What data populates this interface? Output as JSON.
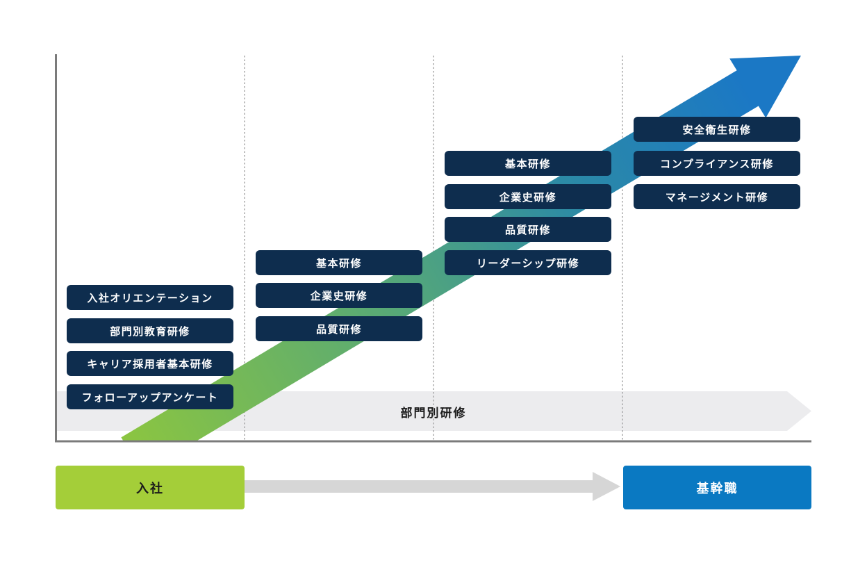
{
  "palette": {
    "navy": "#0E2D4E",
    "green": "#A4CE39",
    "blue": "#0A79C2",
    "band-gray": "#ECECEE",
    "connector-gray": "#D6D6D6",
    "axis-gray": "#7B7B7B",
    "dotted-gray": "#A3A3A3",
    "text-dark": "#1B1B1B",
    "box-text": "#FFFFFF",
    "grad1": "#8DC63F",
    "grad2": "#53A67B",
    "grad3": "#2C8AA6",
    "grad4": "#1B78C5"
  },
  "diagram": {
    "columns": [
      {
        "items": [
          "入社オリエンテーション",
          "部門別教育研修",
          "キャリア採用者基本研修",
          "フォローアップアンケート"
        ]
      },
      {
        "items": [
          "基本研修",
          "企業史研修",
          "品質研修"
        ]
      },
      {
        "items": [
          "基本研修",
          "企業史研修",
          "品質研修",
          "リーダーシップ研修"
        ]
      },
      {
        "items": [
          "安全衛生研修",
          "コンプライアンス研修",
          "マネージメント研修"
        ]
      }
    ],
    "band_label": "部門別研修",
    "start_label": "入社",
    "end_label": "基幹職"
  }
}
